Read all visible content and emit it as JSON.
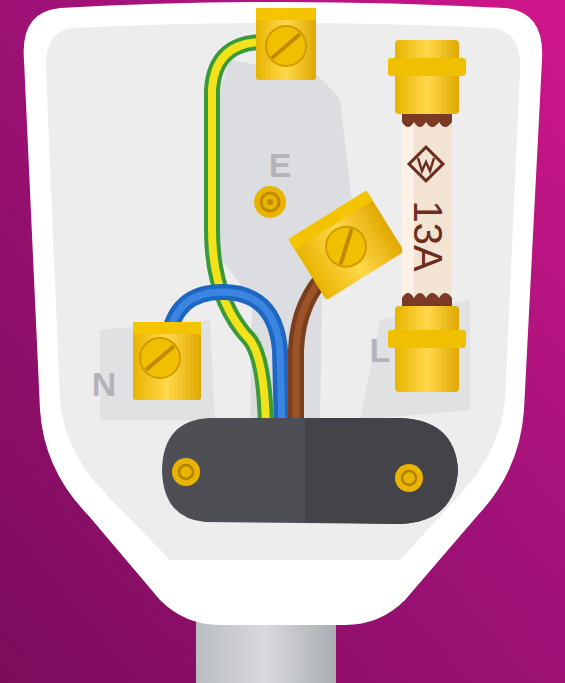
{
  "diagram": {
    "labels": [
      "E",
      "N",
      "L",
      "13A"
    ]
  }
}
